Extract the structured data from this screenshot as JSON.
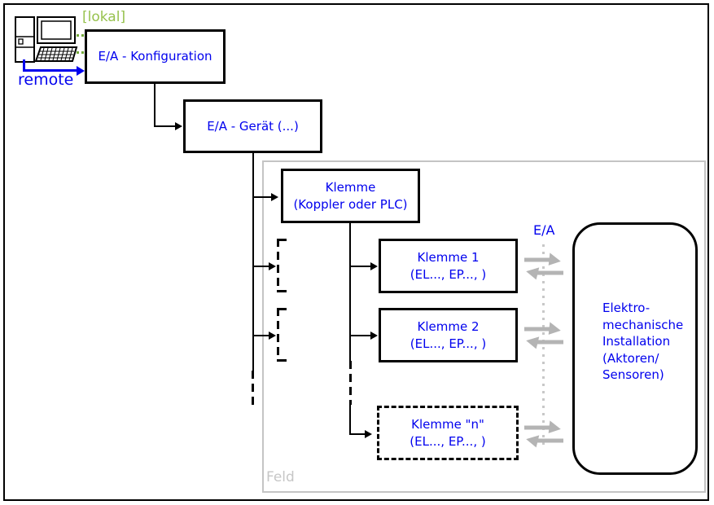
{
  "workstation": {
    "local_label": "[lokal]",
    "remote_label": "remote"
  },
  "nodes": {
    "konfiguration": {
      "label": "E/A - Konfiguration"
    },
    "geraet": {
      "label": "E/A - Gerät (...)"
    },
    "koppler": {
      "line1": "Klemme",
      "line2": "(Koppler oder PLC)"
    },
    "klemme1": {
      "line1": "Klemme 1",
      "line2": "(EL..., EP..., )"
    },
    "klemme2": {
      "line1": "Klemme 2",
      "line2": "(EL..., EP..., )"
    },
    "klemme_n": {
      "line1": "Klemme \"n\"",
      "line2": "(EL..., EP..., )"
    },
    "installation": {
      "lines": [
        "Elektro-",
        "mechanische",
        "Installation",
        "(Aktoren/",
        "Sensoren)"
      ]
    }
  },
  "field": {
    "label": "Feld"
  },
  "io_label": "E/A",
  "icons": {
    "workstation": "pc-tower-monitor-keyboard-icon",
    "exchange_arrows": "bidirectional-exchange-arrows-icon"
  },
  "colors": {
    "text_blue": "#0000EE",
    "label_green": "#97C24E",
    "field_gray": "#C4C4C4",
    "arrow_gray": "#B4B4B4",
    "line_black": "#000000"
  }
}
